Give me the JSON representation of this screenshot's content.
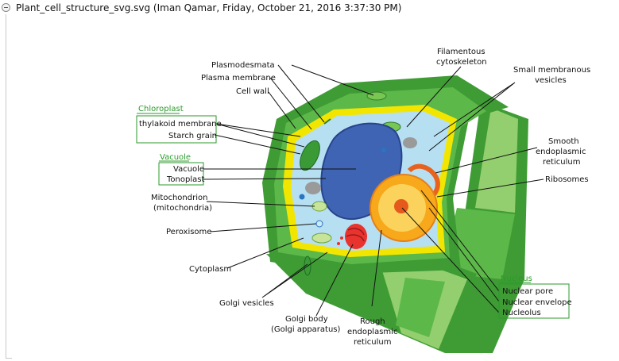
{
  "window": {
    "title": "Plant_cell_structure_svg.svg (Iman Qamar, Friday, October 21, 2016 3:37:30 PM)"
  },
  "groups": {
    "chloroplast": "Chloroplast",
    "vacuole": "Vacuole",
    "nucleus": "Nucleus"
  },
  "labels": {
    "plasmodesmata": "Plasmodesmata",
    "plasma_membrane": "Plasma membrane",
    "cell_wall": "Cell wall",
    "thylakoid_membrane": "thylakoid membrane",
    "starch_grain": "Starch grain",
    "vacuole": "Vacuole",
    "tonoplast": "Tonoplast",
    "mitochondrion_1": "Mitochondrion",
    "mitochondrion_2": "(mitochondria)",
    "peroxisome": "Peroxisome",
    "cytoplasm": "Cytoplasm",
    "golgi_vesicles": "Golgi vesicles",
    "golgi_body_1": "Golgi body",
    "golgi_body_2": "(Golgi apparatus)",
    "rough_er_1": "Rough",
    "rough_er_2": "endoplasmic",
    "rough_er_3": "reticulum",
    "filamentous_1": "Filamentous",
    "filamentous_2": "cytoskeleton",
    "small_vesicles_1": "Small membranous",
    "small_vesicles_2": "vesicles",
    "smooth_er_1": "Smooth",
    "smooth_er_2": "endoplasmic",
    "smooth_er_3": "reticulum",
    "ribosomes": "Ribosomes",
    "nuclear_pore": "Nuclear pore",
    "nuclear_envelope": "Nuclear envelope",
    "nucleolus": "Nucleolus"
  },
  "colors": {
    "cell_wall_dark": "#3f9c35",
    "cell_wall_mid": "#5cb848",
    "cell_wall_light": "#93cf6e",
    "membrane_yellow": "#f2e600",
    "cytoplasm": "#b7dff2",
    "vacuole": "#3f64b4",
    "nucleus_outer": "#f7a81b",
    "nucleus_inner": "#fbd35c",
    "nucleolus": "#e55a1c",
    "golgi": "#e8332f",
    "group_label": "#2b9a2b"
  }
}
